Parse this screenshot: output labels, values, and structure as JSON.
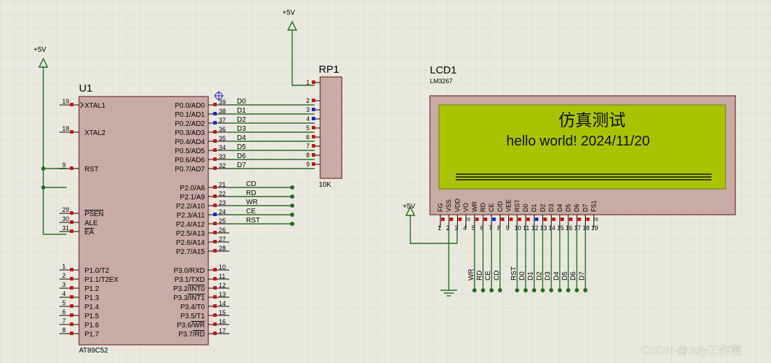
{
  "power": {
    "p1": "+5V",
    "p2": "+5V",
    "p3": "+5V"
  },
  "u1": {
    "ref": "U1",
    "part": "AT89C52",
    "left_pins": [
      {
        "num": "19",
        "name": "XTAL1"
      },
      {
        "num": "18",
        "name": "XTAL2"
      },
      {
        "num": "9",
        "name": "RST"
      },
      {
        "num": "29",
        "name": "PSEN"
      },
      {
        "num": "30",
        "name": "ALE"
      },
      {
        "num": "31",
        "name": "EA"
      },
      {
        "num": "1",
        "name": "P1.0/T2"
      },
      {
        "num": "2",
        "name": "P1.1/T2EX"
      },
      {
        "num": "3",
        "name": "P1.2"
      },
      {
        "num": "4",
        "name": "P1.3"
      },
      {
        "num": "5",
        "name": "P1.4"
      },
      {
        "num": "6",
        "name": "P1.5"
      },
      {
        "num": "7",
        "name": "P1.6"
      },
      {
        "num": "8",
        "name": "P1.7"
      }
    ],
    "right_pins": [
      {
        "num": "39",
        "name": "P0.0/AD0"
      },
      {
        "num": "38",
        "name": "P0.1/AD1"
      },
      {
        "num": "37",
        "name": "P0.2/AD2"
      },
      {
        "num": "36",
        "name": "P0.3/AD3"
      },
      {
        "num": "35",
        "name": "P0.4/AD4"
      },
      {
        "num": "34",
        "name": "P0.5/AD5"
      },
      {
        "num": "33",
        "name": "P0.6/AD6"
      },
      {
        "num": "32",
        "name": "P0.7/AD7"
      },
      {
        "num": "21",
        "name": "P2.0/A8"
      },
      {
        "num": "22",
        "name": "P2.1/A9"
      },
      {
        "num": "23",
        "name": "P2.2/A10"
      },
      {
        "num": "24",
        "name": "P2.3/A11"
      },
      {
        "num": "25",
        "name": "P2.4/A12"
      },
      {
        "num": "26",
        "name": "P2.5/A13"
      },
      {
        "num": "27",
        "name": "P2.6/A14"
      },
      {
        "num": "28",
        "name": "P2.7/A15"
      },
      {
        "num": "10",
        "name": "P3.0/RXD"
      },
      {
        "num": "11",
        "name": "P3.1/TXD"
      },
      {
        "num": "12",
        "name": "P3.2/INT0"
      },
      {
        "num": "13",
        "name": "P3.3/INT1"
      },
      {
        "num": "14",
        "name": "P3.4/T0"
      },
      {
        "num": "15",
        "name": "P3.5/T1"
      },
      {
        "num": "16",
        "name": "P3.6/WR"
      },
      {
        "num": "17",
        "name": "P3.7/RD"
      }
    ],
    "data_nets": [
      "D0",
      "D1",
      "D2",
      "D3",
      "D4",
      "D5",
      "D6",
      "D7"
    ],
    "ctrl_nets": [
      "CD",
      "RD",
      "WR",
      "CE",
      "RST"
    ]
  },
  "rp1": {
    "ref": "RP1",
    "value": "10K",
    "pins": [
      "1",
      "2",
      "3",
      "4",
      "5",
      "6",
      "7",
      "8",
      "9"
    ]
  },
  "lcd": {
    "ref": "LCD1",
    "part": "LM3267",
    "line1": "仿真测试",
    "line2": "hello world! 2024/11/20",
    "pins": [
      {
        "num": "1",
        "name": "FG"
      },
      {
        "num": "2",
        "name": "VSS"
      },
      {
        "num": "3",
        "name": "VDD"
      },
      {
        "num": "4",
        "name": "VO"
      },
      {
        "num": "5",
        "name": "WR"
      },
      {
        "num": "6",
        "name": "RD"
      },
      {
        "num": "7",
        "name": "CE"
      },
      {
        "num": "8",
        "name": "C/D"
      },
      {
        "num": "9",
        "name": "VEE"
      },
      {
        "num": "10",
        "name": "RST"
      },
      {
        "num": "11",
        "name": "D0"
      },
      {
        "num": "12",
        "name": "D1"
      },
      {
        "num": "13",
        "name": "D2"
      },
      {
        "num": "14",
        "name": "D3"
      },
      {
        "num": "15",
        "name": "D4"
      },
      {
        "num": "16",
        "name": "D5"
      },
      {
        "num": "17",
        "name": "D6"
      },
      {
        "num": "18",
        "name": "D7"
      },
      {
        "num": "19",
        "name": "FS1"
      }
    ],
    "bottom_nets": [
      "WR",
      "RD",
      "CE",
      "CD",
      "",
      "RST",
      "D0",
      "D1",
      "D2",
      "D3",
      "D4",
      "D5",
      "D6",
      "D7"
    ]
  },
  "watermark": "CSDN @July工作室",
  "colors": {
    "background": "#e9e9df",
    "grid": "#d6d6cc",
    "body": "#c8aaa6",
    "wire": "#1f6e1f",
    "lcd_screen": "#a8c400",
    "pin_red": "#cc1111",
    "pin_blue": "#2222cc"
  }
}
